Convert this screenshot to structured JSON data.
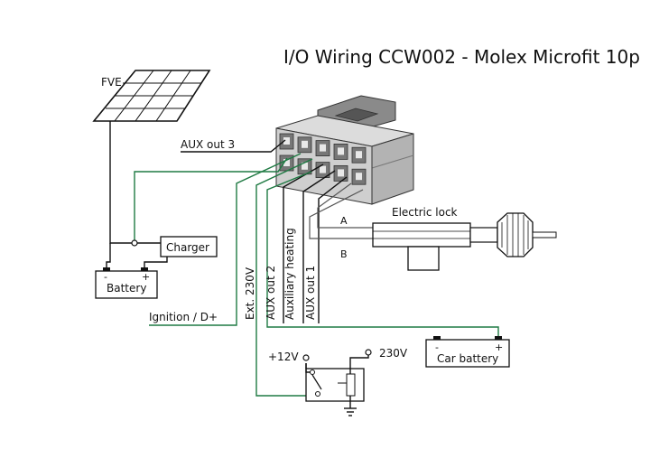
{
  "title": "I/O Wiring CCW002 - Molex Microfit 10p",
  "labels": {
    "fve": "FVE",
    "aux_out_3": "AUX out 3",
    "charger": "Charger",
    "battery": "Battery",
    "battery_minus": "-",
    "battery_plus": "+",
    "ignition": "Ignition / D+",
    "ext_230v": "Ext. 230V",
    "aux_out_2": "AUX out 2",
    "auxiliary_heating": "Auxiliary heating",
    "aux_out_1": "AUX out 1",
    "electric_lock": "Electric lock",
    "wire_a": "A",
    "wire_b": "B",
    "car_battery": "Car battery",
    "car_battery_minus": "-",
    "car_battery_plus": "+",
    "plus_12v": "+12V",
    "v230": "230V"
  },
  "colors": {
    "wire_black": "#111111",
    "wire_green": "#1f7a43",
    "connector_body": "#cfcfcf",
    "connector_dark": "#707070"
  }
}
